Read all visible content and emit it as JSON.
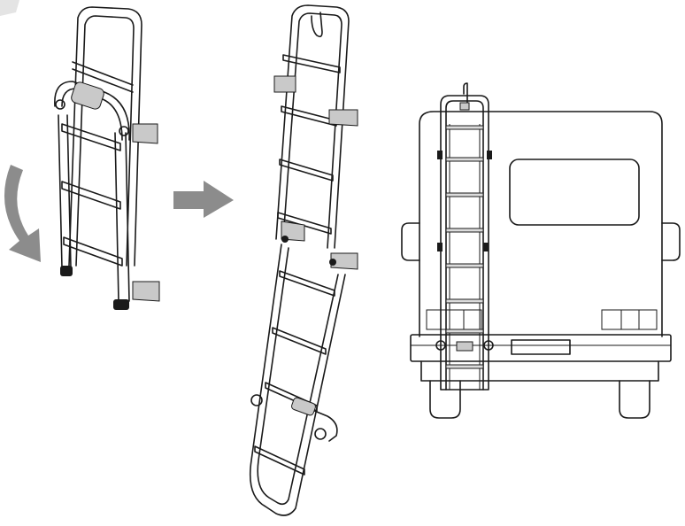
{
  "figure": {
    "panels": [
      {
        "id": "folded-ladder",
        "description": "ladder-folded"
      },
      {
        "id": "extended-ladder",
        "description": "ladder-extended"
      },
      {
        "id": "vehicle-rear",
        "description": "ladder-mounted-on-vehicle"
      }
    ],
    "icons": [
      "rotate-arrow-icon",
      "next-step-arrow-icon"
    ],
    "colors": {
      "line": "#1a1a1a",
      "arrow": "#8c8c8c",
      "pad": "#c9c9c9",
      "background": "#ffffff"
    }
  }
}
